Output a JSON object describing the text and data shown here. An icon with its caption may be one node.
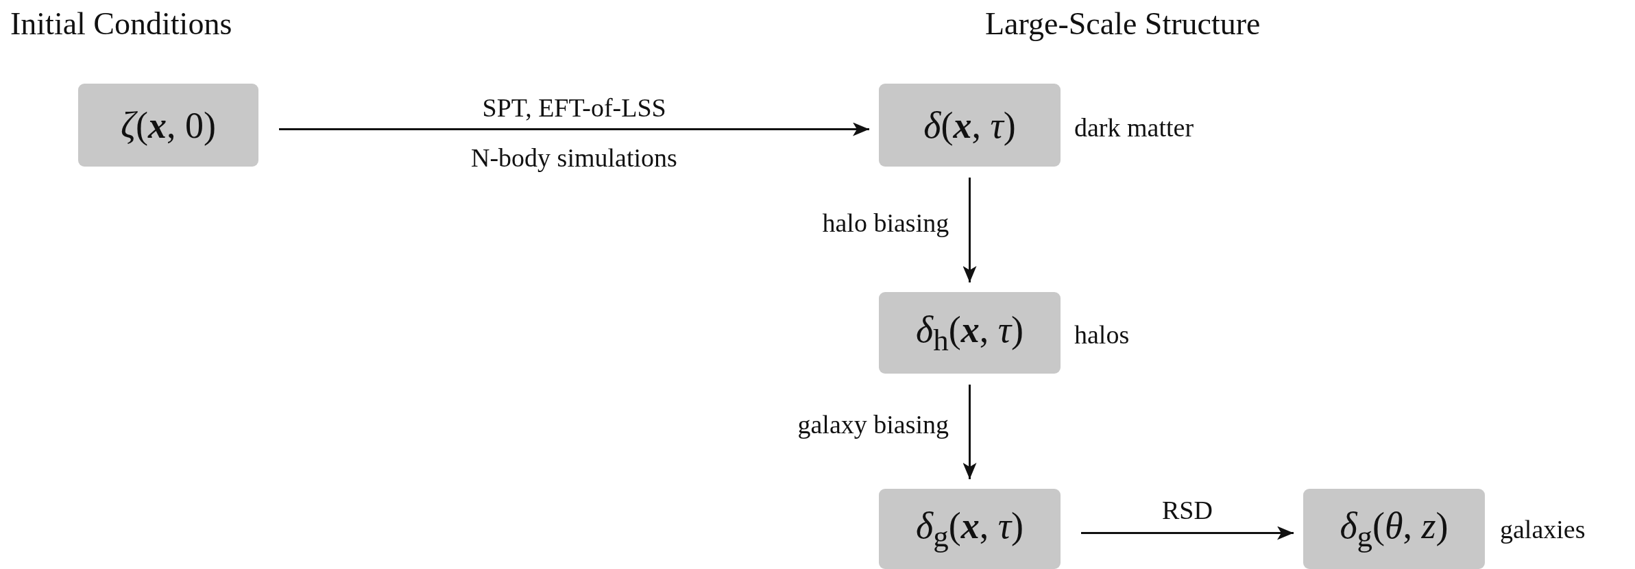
{
  "diagram": {
    "nodes": [
      {
        "text": [
          "*ζ*(**x**, 0)"
        ]
      },
      {
        "text": [
          "*δ*(**x**, *τ*)"
        ],
        "beside": [
          "dark matter"
        ]
      },
      {
        "text": [
          "*δ*$_{h}$(**x**, *τ*)"
        ],
        "beside": [
          "halos"
        ]
      },
      {
        "text": [
          "*δ*$_{g}$(**x**, *τ*)"
        ]
      },
      {
        "text": [
          "*δ*$_{g}$(*θ*, *z*)"
        ],
        "beside": [
          "galaxies"
        ]
      }
    ],
    "edges": [
      {
        "from": 0,
        "to": 1,
        "arrow": "to",
        "label": "SPT, EFT-of-LSS"
      },
      {
        "from": 1,
        "to": 2,
        "arrow": "to",
        "label": "halo biasing"
      },
      {
        "from": 2,
        "to": 3,
        "arrow": "to",
        "label": "galaxy biasing"
      },
      {
        "from": 3,
        "to": 4,
        "arrow": "to",
        "label": "RSD"
      }
    ],
    "labels": [
      "Initial Conditions",
      "Large-Scale Structure",
      "N-body simulations"
    ]
  }
}
